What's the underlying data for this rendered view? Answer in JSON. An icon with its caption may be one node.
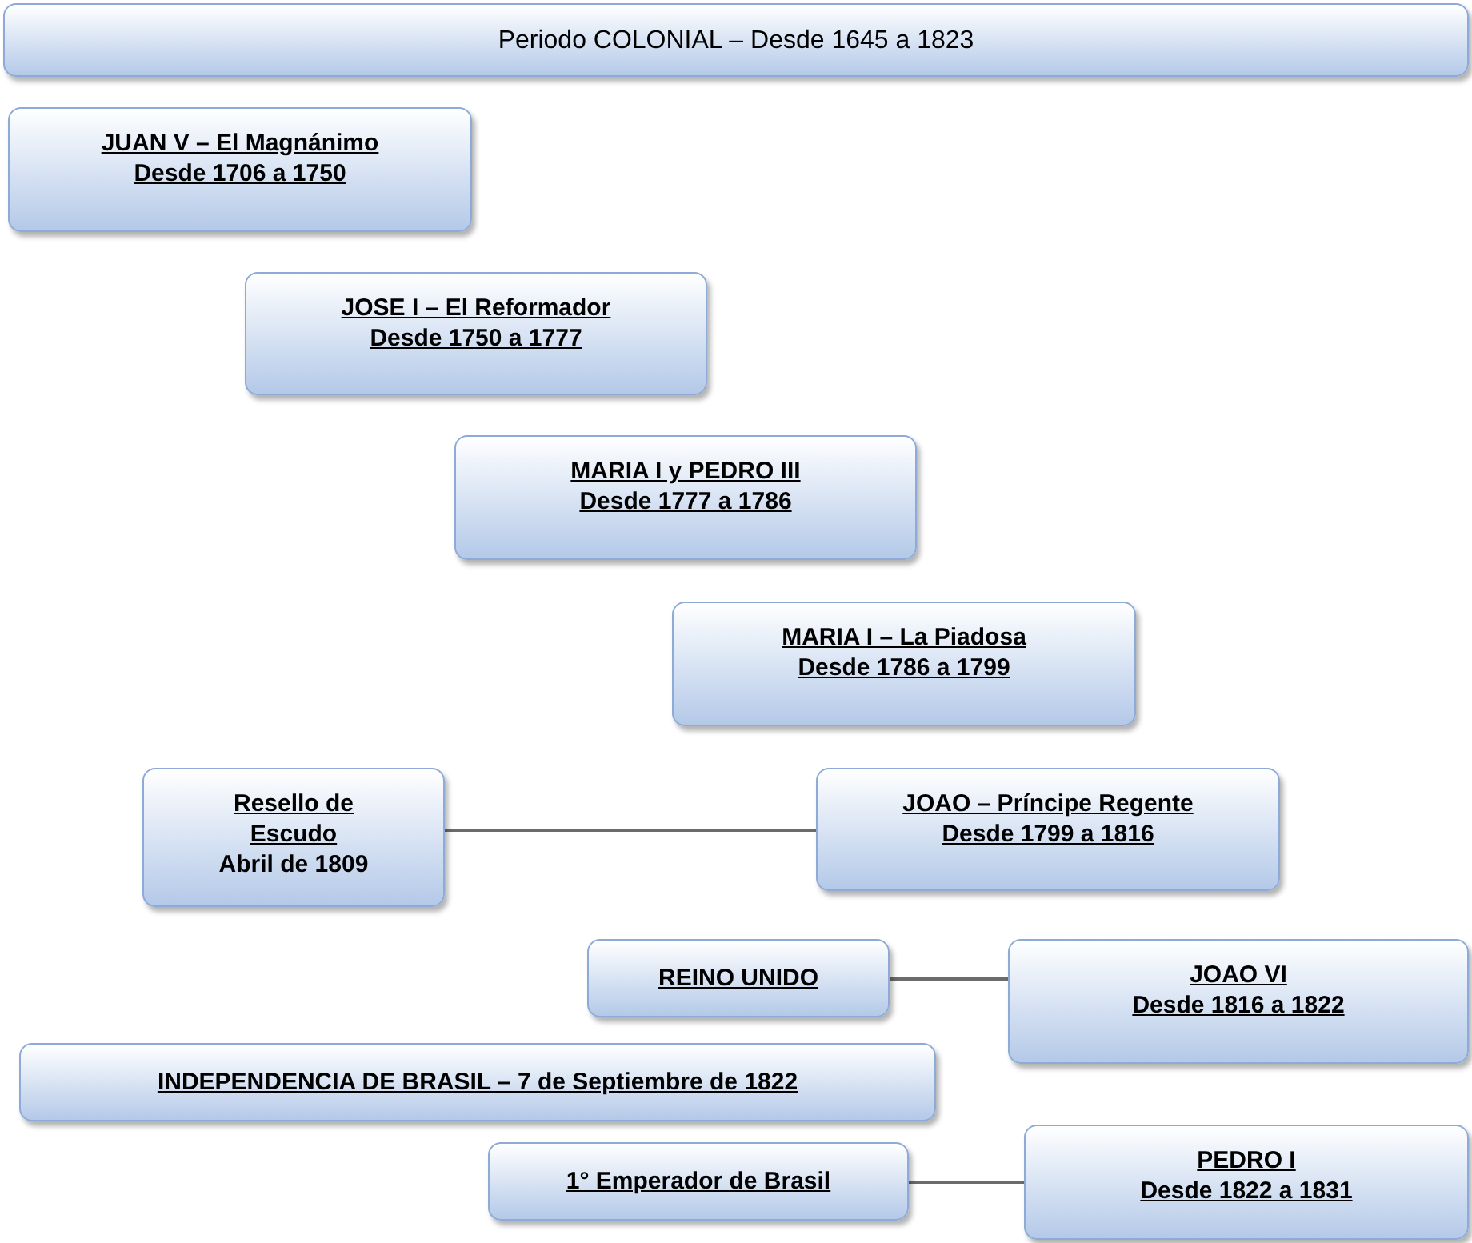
{
  "diagram": {
    "nodes": [
      {
        "text": [
          "Periodo COLONIAL – Desde 1645 a 1823"
        ]
      },
      {
        "text": [
          "JUAN V – El Magnánimo",
          "Desde 1706 a 1750"
        ]
      },
      {
        "text": [
          "JOSE I – El Reformador",
          "Desde 1750 a 1777"
        ]
      },
      {
        "text": [
          "MARIA I y PEDRO III",
          "Desde 1777 a 1786"
        ]
      },
      {
        "text": [
          "MARIA I – La Piadosa",
          "Desde 1786 a 1799"
        ]
      },
      {
        "text": [
          "Resello de Escudo",
          "Abril de 1809"
        ]
      },
      {
        "text": [
          "JOAO – Príncipe Regente",
          "Desde 1799 a 1816"
        ]
      },
      {
        "text": [
          "REINO UNIDO"
        ]
      },
      {
        "text": [
          "JOAO VI",
          "Desde 1816 a 1822"
        ]
      },
      {
        "text": [
          "INDEPENDENCIA DE BRASIL – 7 de Septiembre de 1822"
        ]
      },
      {
        "text": [
          "1° Emperador de Brasil"
        ]
      },
      {
        "text": [
          "PEDRO I",
          "Desde 1822 a 1831"
        ]
      }
    ],
    "edges": [
      {
        "from": 5,
        "to": 6,
        "arrow": "none"
      },
      {
        "from": 7,
        "to": 8,
        "arrow": "none"
      },
      {
        "from": 10,
        "to": 11,
        "arrow": "none"
      }
    ]
  }
}
